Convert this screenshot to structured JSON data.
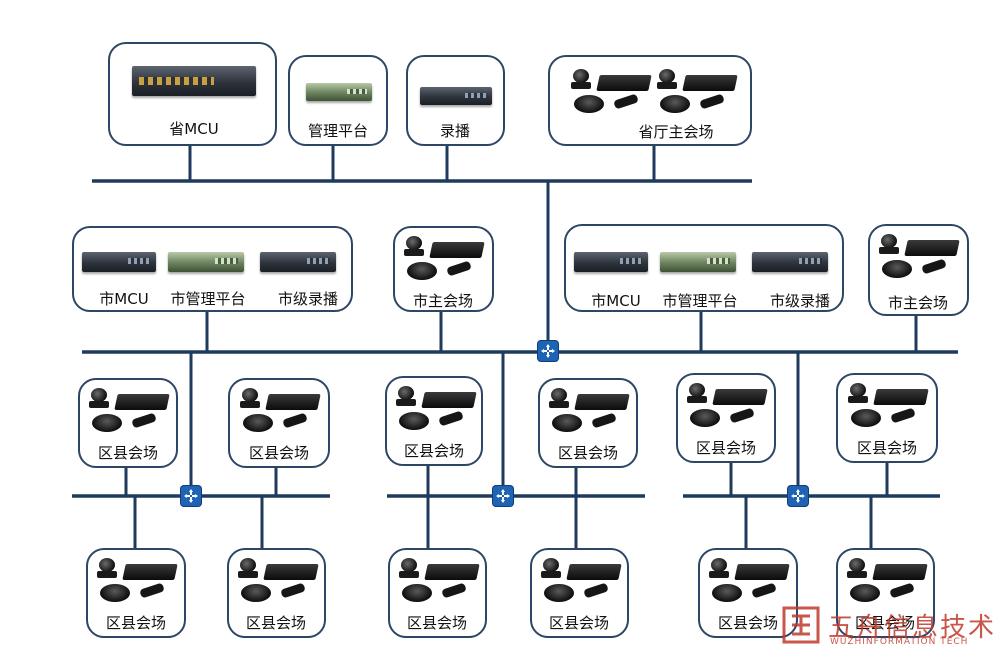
{
  "province": {
    "mcu": "省MCU",
    "management_platform": "管理平台",
    "recording": "录播",
    "main_venue": "省厅主会场"
  },
  "cities": [
    {
      "mcu": "市MCU",
      "management_platform": "市管理平台",
      "recording": "市级录播",
      "main_venue": "市主会场"
    },
    {
      "mcu": "市MCU",
      "management_platform": "市管理平台",
      "recording": "市级录播",
      "main_venue": "市主会场"
    }
  ],
  "county_label": "区县会场",
  "watermark": {
    "text": "五舟信息技术",
    "subtext": "WUZHINFORMATION TECH"
  }
}
